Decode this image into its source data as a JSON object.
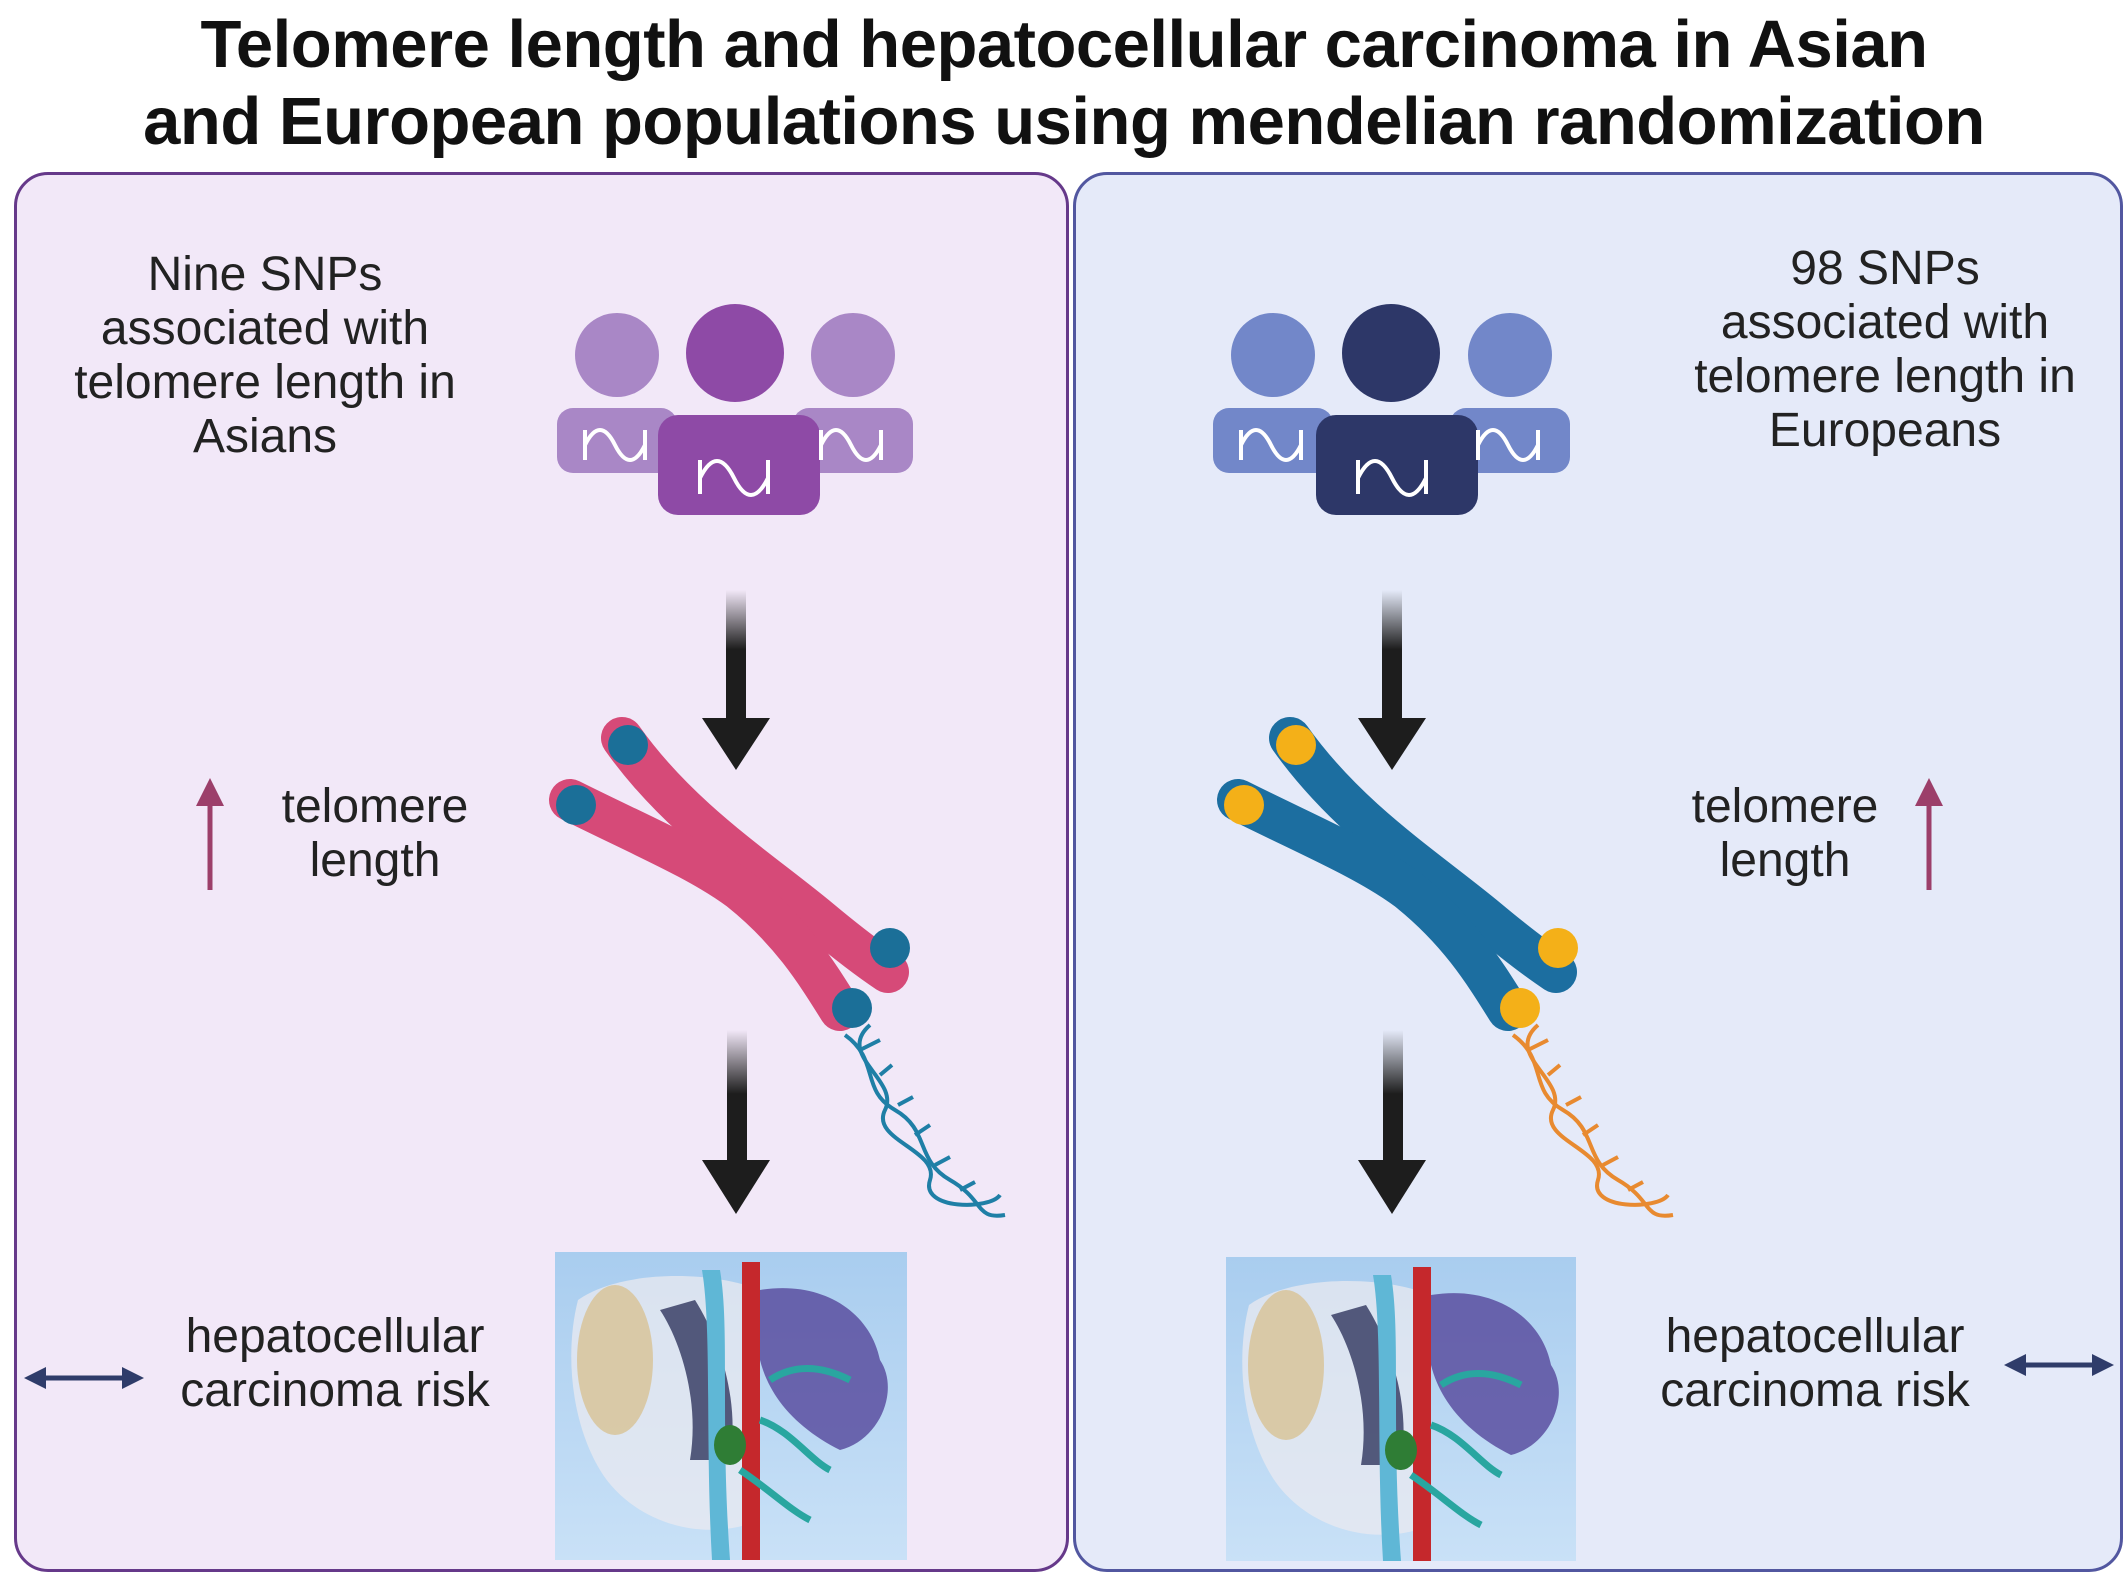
{
  "title": {
    "line1": "Telomere length and hepatocellular carcinoma in Asian",
    "line2": "and European populations using mendelian randomization"
  },
  "left_panel": {
    "snp_label": [
      "Nine SNPs",
      "associated with",
      "telomere length in",
      "Asians"
    ],
    "telomere_label": [
      "telomere",
      "length"
    ],
    "risk_label": [
      "hepatocellular",
      "carcinoma risk"
    ],
    "people_color": "#8e4aa6",
    "people_light": "#a987c6",
    "chromosome_color": "#d64a78",
    "telomere_cap_color": "#1b6f98",
    "dna_color": "#1f7fa6"
  },
  "right_panel": {
    "snp_label": [
      "98 SNPs",
      "associated with",
      "telomere length in",
      "Europeans"
    ],
    "telomere_label": [
      "telomere",
      "length"
    ],
    "risk_label": [
      "hepatocellular",
      "carcinoma risk"
    ],
    "people_color": "#2d3768",
    "people_light": "#7287c9",
    "chromosome_color": "#1c6ea0",
    "telomere_cap_color": "#f4b018",
    "dna_color": "#e88a30"
  },
  "colors": {
    "up_arrow": "#9c3f6a",
    "null_arrow": "#2f3c6a",
    "flow_arrow": "#1d1d1d"
  }
}
